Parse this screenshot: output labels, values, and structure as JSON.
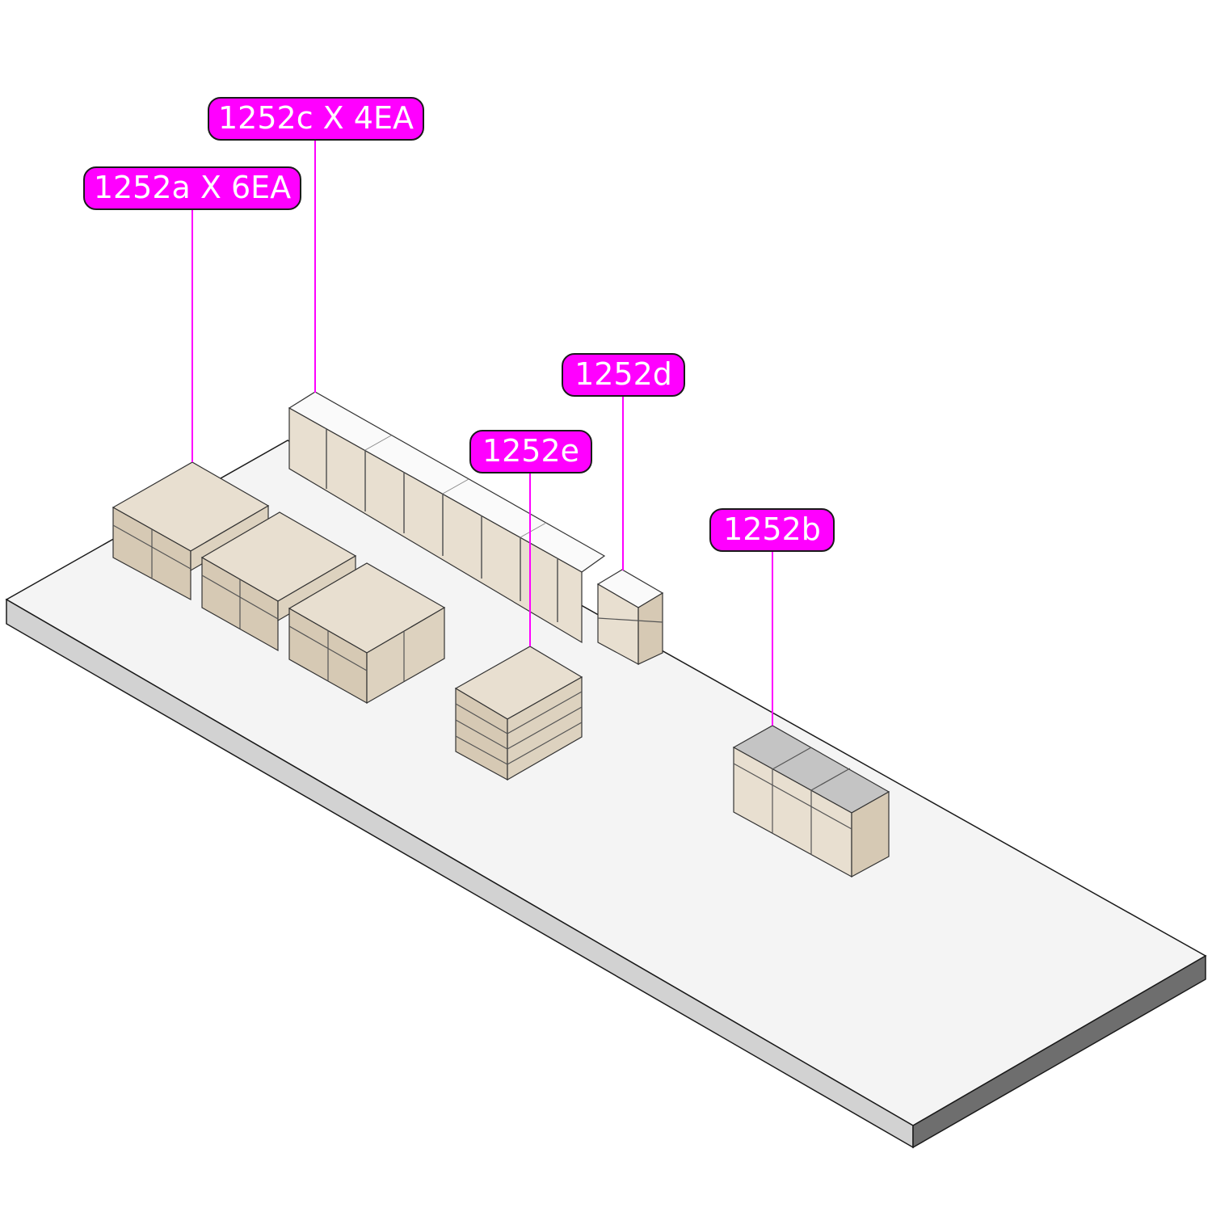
{
  "colors": {
    "callout_fill": "#ff00ff",
    "callout_text": "#ffffff",
    "leader_line": "#ff00ff",
    "floor_top": "#f4f4f4",
    "floor_front": "#d2d2d2",
    "floor_side": "#6e6e6e",
    "wood": "#e8dfd0",
    "wood_dark": "#d6c9b4",
    "white_top": "#fafafa",
    "metal_top": "#c4c4c4"
  },
  "callouts": {
    "c1252a": "1252a X 6EA",
    "c1252c": "1252c X 4EA",
    "c1252d": "1252d",
    "c1252e": "1252e",
    "c1252b": "1252b"
  }
}
